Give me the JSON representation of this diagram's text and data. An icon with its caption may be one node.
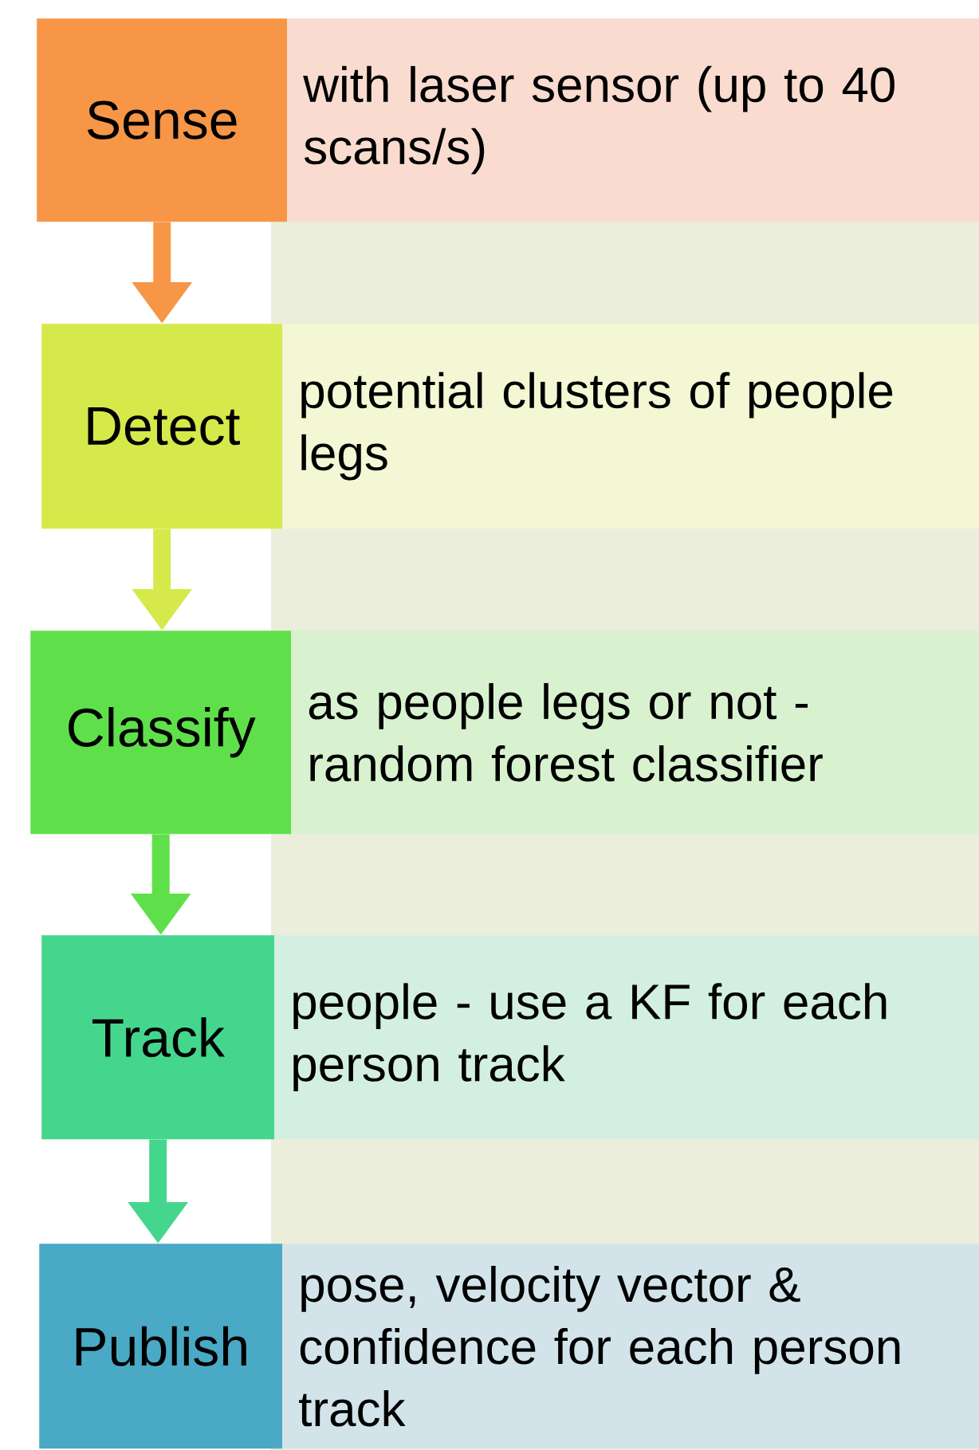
{
  "diagram": {
    "nodes": [
      {
        "text": [
          "Sense"
        ]
      },
      {
        "text": [
          "with laser sensor (up to 40 scans/s)"
        ]
      },
      {
        "text": [
          "Detect"
        ]
      },
      {
        "text": [
          "potential clusters of people legs"
        ]
      },
      {
        "text": [
          "Classify"
        ]
      },
      {
        "text": [
          "as people legs or not - random forest classifier"
        ]
      },
      {
        "text": [
          "Track"
        ]
      },
      {
        "text": [
          "people - use a KF for each person track"
        ]
      },
      {
        "text": [
          "Publish"
        ]
      },
      {
        "text": [
          "pose, velocity vector & confidence for each person  track"
        ]
      }
    ],
    "edges": [
      {
        "from": 0,
        "to": 2,
        "arrow": "to",
        "color": "#f79646"
      },
      {
        "from": 2,
        "to": 4,
        "arrow": "to",
        "color": "#d6e94a"
      },
      {
        "from": 4,
        "to": 6,
        "arrow": "to",
        "color": "#5fe04a"
      },
      {
        "from": 6,
        "to": 8,
        "arrow": "to",
        "color": "#45d68e"
      }
    ]
  }
}
